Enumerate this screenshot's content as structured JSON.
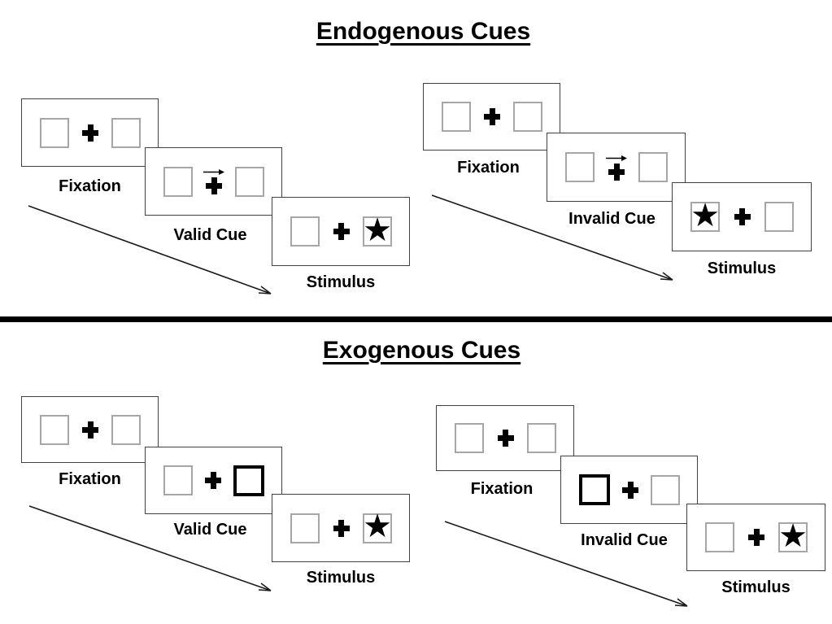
{
  "diagram": {
    "background": "#ffffff",
    "colors": {
      "ink": "#000000",
      "panel_border": "#404040",
      "placeholder_box_border": "#a6a6a6",
      "cue_box_border": "#000000",
      "divider": "#000000"
    },
    "glyphs": {
      "star": "★"
    },
    "sections": [
      {
        "title": "Endogenous Cues",
        "trials": [
          {
            "name": "valid",
            "cue": "arrow-right-above-fixation",
            "stimulus_side": "right",
            "panels": [
              {
                "label": "Fixation"
              },
              {
                "label": "Valid Cue"
              },
              {
                "label": "Stimulus"
              }
            ]
          },
          {
            "name": "invalid",
            "cue": "arrow-right-above-fixation",
            "stimulus_side": "left",
            "panels": [
              {
                "label": "Fixation"
              },
              {
                "label": "Invalid Cue"
              },
              {
                "label": "Stimulus"
              }
            ]
          }
        ]
      },
      {
        "title": "Exogenous Cues",
        "trials": [
          {
            "name": "valid",
            "cue": "thick-box-right",
            "stimulus_side": "right",
            "panels": [
              {
                "label": "Fixation"
              },
              {
                "label": "Valid Cue"
              },
              {
                "label": "Stimulus"
              }
            ]
          },
          {
            "name": "invalid",
            "cue": "thick-box-left",
            "stimulus_side": "right",
            "panels": [
              {
                "label": "Fixation"
              },
              {
                "label": "Invalid Cue"
              },
              {
                "label": "Stimulus"
              }
            ]
          }
        ]
      }
    ]
  }
}
